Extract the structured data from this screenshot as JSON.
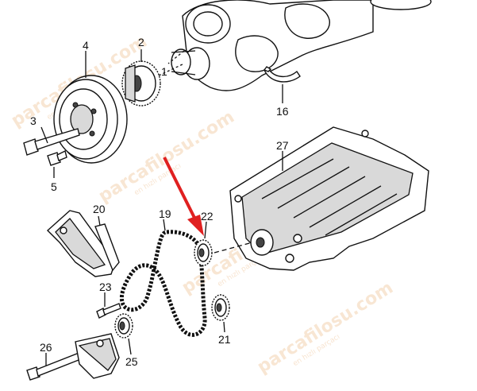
{
  "diagram": {
    "callouts": [
      {
        "id": "label-1",
        "text": "1"
      },
      {
        "id": "label-2",
        "text": "2"
      },
      {
        "id": "label-3",
        "text": "3"
      },
      {
        "id": "label-4",
        "text": "4"
      },
      {
        "id": "label-5",
        "text": "5"
      },
      {
        "id": "label-16",
        "text": "16"
      },
      {
        "id": "label-19",
        "text": "19"
      },
      {
        "id": "label-20",
        "text": "20"
      },
      {
        "id": "label-21",
        "text": "21"
      },
      {
        "id": "label-22",
        "text": "22"
      },
      {
        "id": "label-23",
        "text": "23"
      },
      {
        "id": "label-25",
        "text": "25"
      },
      {
        "id": "label-26",
        "text": "26"
      },
      {
        "id": "label-27",
        "text": "27"
      }
    ],
    "highlight_arrow_color": "#e02020",
    "highlighted_part": "22"
  },
  "watermark": {
    "brand": "parcafilosu.com",
    "tagline": "en hızlı parçacı",
    "color": "#f3d2b0"
  }
}
